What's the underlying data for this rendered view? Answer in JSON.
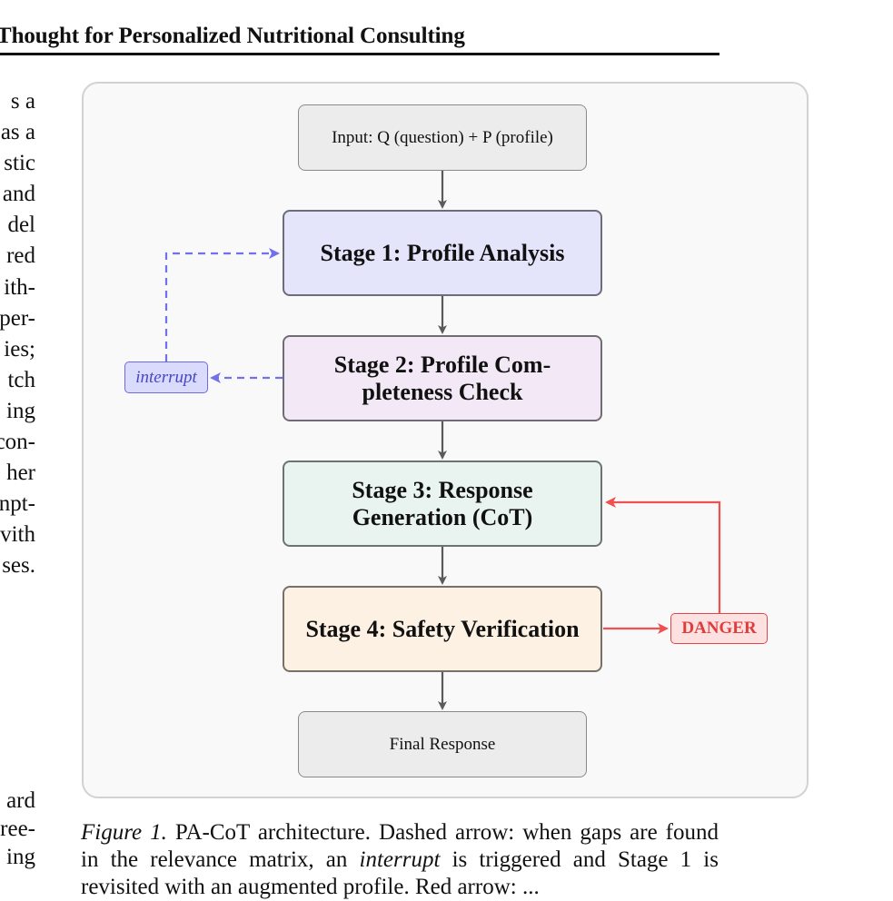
{
  "header": {
    "title": "Thought for Personalized Nutritional Consulting"
  },
  "left_column_fragments": [
    "s a",
    "as a",
    "stic",
    "and",
    "del",
    "red",
    "ith-",
    "per-",
    "ies;",
    "tch",
    "ing",
    "con-",
    "her",
    "npt-",
    "vith",
    "ses."
  ],
  "left_column_fragments_bottom": [
    "ard",
    "ree-",
    "ing"
  ],
  "figure": {
    "input_box": "Input:  Q (question) + P (profile)",
    "stage1": "Stage 1:  Profile Analysis",
    "stage2_line1": "Stage 2:  Profile Com-",
    "stage2_line2": "pleteness Check",
    "stage3_line1": "Stage 3:  Response",
    "stage3_line2": "Generation (CoT)",
    "stage4": "Stage 4:  Safety Verification",
    "final_box": "Final Response",
    "interrupt_tag": "interrupt",
    "danger_tag": "DANGER",
    "colors": {
      "interrupt_arrow": "#7171ee",
      "danger_arrow": "#ef5050",
      "flow_arrow": "#5a5a5a"
    }
  },
  "caption": {
    "label": "Figure 1.",
    "text_1": " PA-CoT architecture.  Dashed arrow:  when gaps are found in the relevance matrix, an ",
    "interrupt_word": "interrupt",
    "text_2": " is triggered and Stage 1 is revisited with an augmented profile.  Red arrow: ..."
  }
}
